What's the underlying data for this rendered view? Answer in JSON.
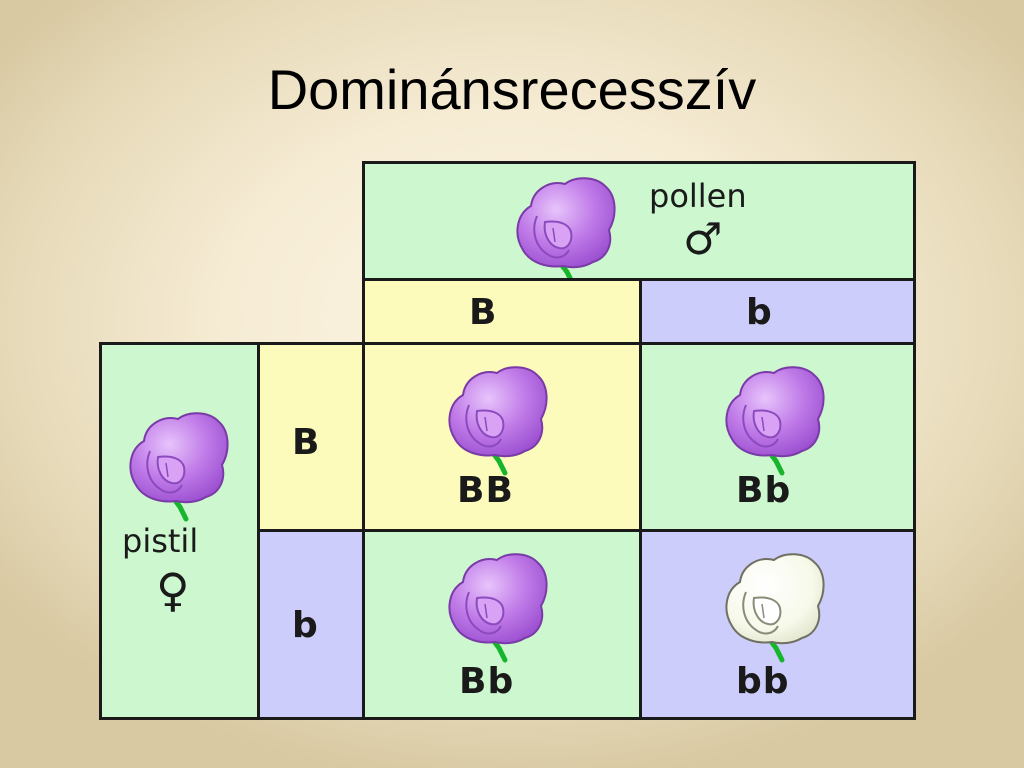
{
  "title": "Dominánsrecesszív",
  "pollen": {
    "label": "pollen",
    "symbol": "♂"
  },
  "pistil": {
    "label": "pistil",
    "symbol": "♀"
  },
  "columns": [
    "B",
    "b"
  ],
  "rows": [
    "B",
    "b"
  ],
  "grid": [
    [
      "BB",
      "Bb"
    ],
    [
      "Bb",
      "bb"
    ]
  ],
  "colors": {
    "green": "#ccf7cf",
    "yellow": "#fdfbbb",
    "blue": "#cdcdfb",
    "purple_flower": "#c07be8",
    "white_flower": "#fbfdf0"
  }
}
